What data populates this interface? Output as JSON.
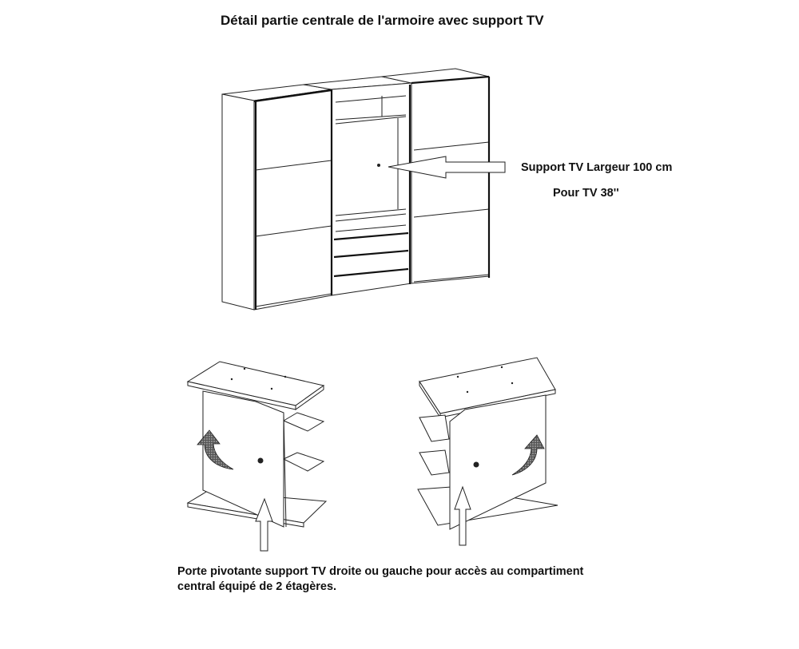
{
  "title": "Détail partie centrale de l'armoire avec support TV",
  "annotations": {
    "support_label": "Support TV Largeur 100 cm",
    "tv_size_label": "Pour TV 38''"
  },
  "caption": {
    "line1": "Porte pivotante support TV droite ou gauche pour accès au compartiment",
    "line2": "central équipé de 2 étagères."
  },
  "figures": [
    {
      "id": "wardrobe-overview",
      "description": "3-section wardrobe with sliding doors and central TV support compartment, 3 drawers"
    },
    {
      "id": "pivot-left",
      "description": "TV support door pivoting, shown from left with 2 shelves on right",
      "arrow": "curved-rotation-arrow"
    },
    {
      "id": "pivot-right",
      "description": "TV support door pivoting, shown from right with 2 shelves on left",
      "arrow": "curved-rotation-arrow"
    }
  ],
  "colors": {
    "line": "#222222",
    "background": "#ffffff",
    "arrow_fill": "#333333"
  }
}
